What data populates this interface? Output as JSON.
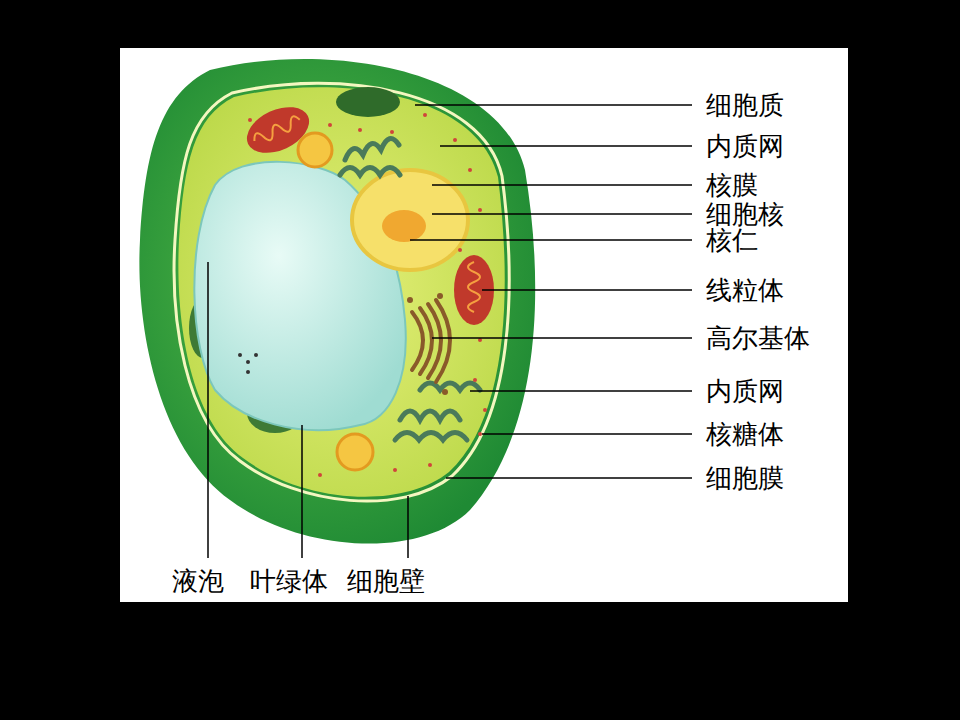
{
  "diagram": {
    "labels": [
      "细胞质",
      "内质网",
      "核膜",
      "细胞核",
      "核仁",
      "线粒体",
      "高尔基体",
      "内质网",
      "核糖体",
      "细胞膜",
      "液泡",
      "叶绿体",
      "细胞壁"
    ]
  }
}
